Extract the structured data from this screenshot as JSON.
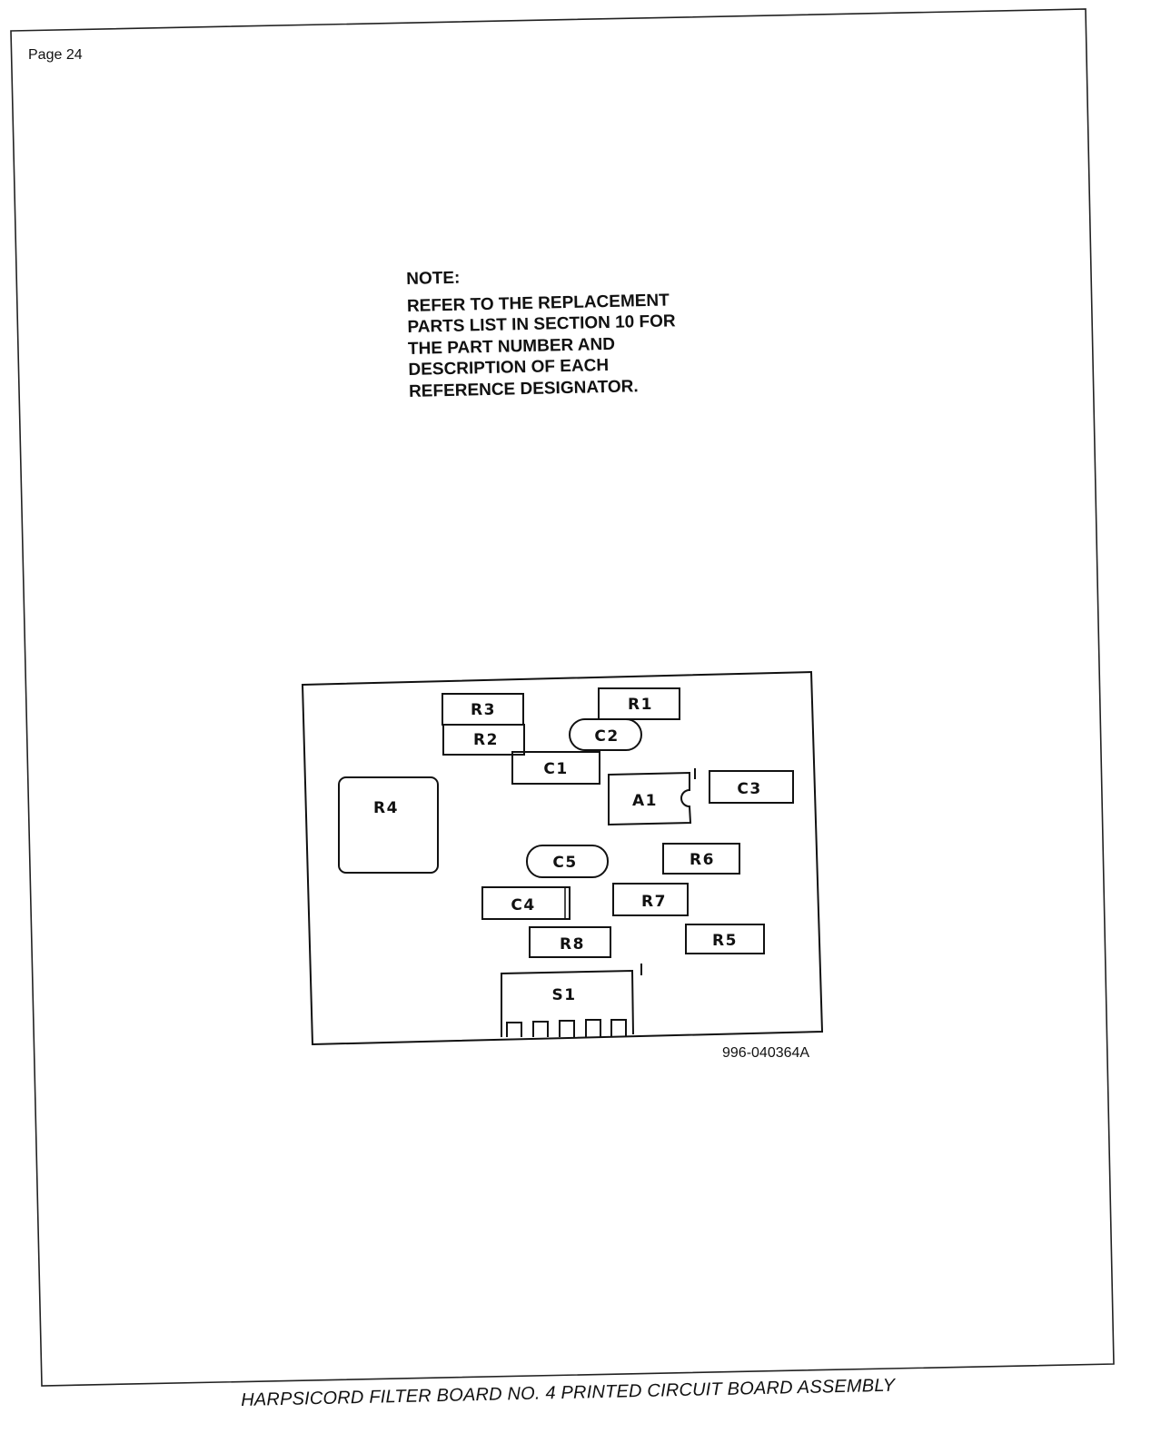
{
  "page": {
    "number_label": "Page 24"
  },
  "note": {
    "heading": "NOTE:",
    "lines": [
      "REFER TO THE REPLACEMENT",
      "PARTS LIST IN SECTION 10 FOR",
      "THE PART NUMBER AND",
      "DESCRIPTION OF EACH",
      "REFERENCE DESIGNATOR."
    ]
  },
  "board": {
    "components": {
      "r3": "R3",
      "r2": "R2",
      "r1": "R1",
      "c2": "C2",
      "c1": "C1",
      "r4": "R4",
      "a1": "A1",
      "c3": "C3",
      "c5": "C5",
      "r6": "R6",
      "c4": "C4",
      "r7": "R7",
      "r8": "R8",
      "r5": "R5",
      "s1": "S1"
    },
    "pin1_a1": "1",
    "pin1_s1": "1"
  },
  "drawing_number": "996-040364A",
  "caption": "HARPSICORD FILTER BOARD NO. 4 PRINTED CIRCUIT BOARD ASSEMBLY"
}
